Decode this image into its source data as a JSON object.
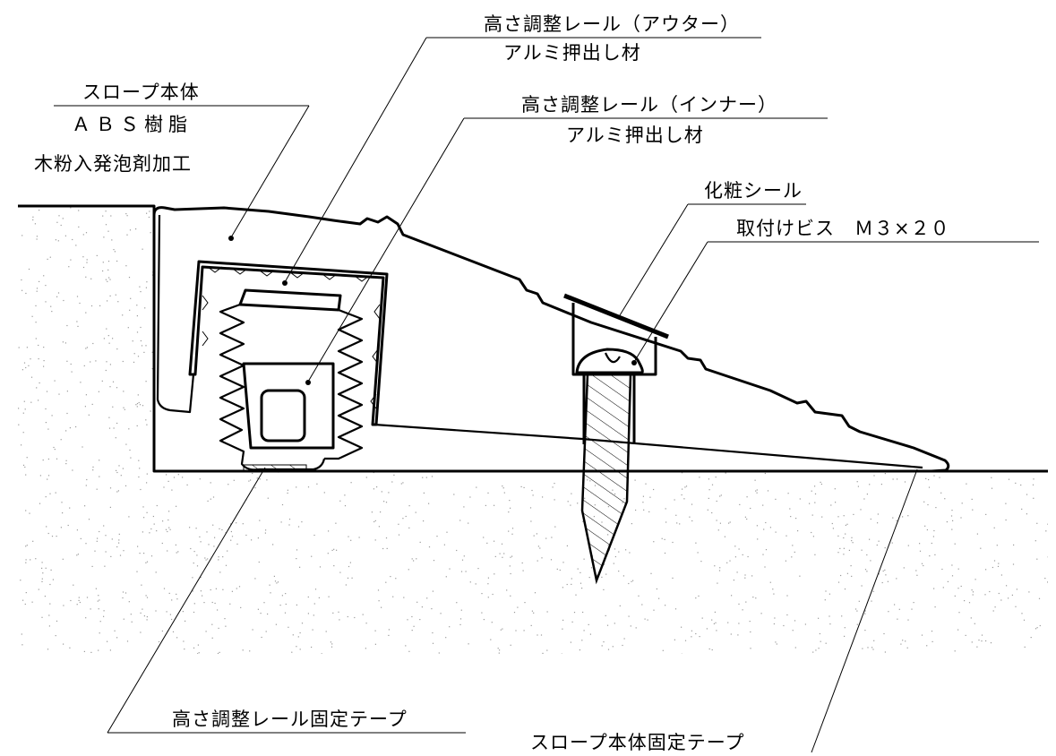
{
  "labels": {
    "slope_body": "スロープ本体",
    "abs_resin": "ＡＢＳ樹脂",
    "wood_powder": "木粉入発泡剤加工",
    "outer_rail": "高さ調整レール（アウター）",
    "outer_material": "アルミ押出し材",
    "inner_rail": "高さ調整レール（インナー）",
    "inner_material": "アルミ押出し材",
    "decorative_seal": "化粧シール",
    "screw": "取付けビス　Ｍ３×２０",
    "rail_tape": "高さ調整レール固定テープ",
    "body_tape": "スロープ本体固定テープ"
  },
  "colors": {
    "line": "#000000",
    "background": "#ffffff",
    "ground_stipple": "#9a9a9a"
  }
}
